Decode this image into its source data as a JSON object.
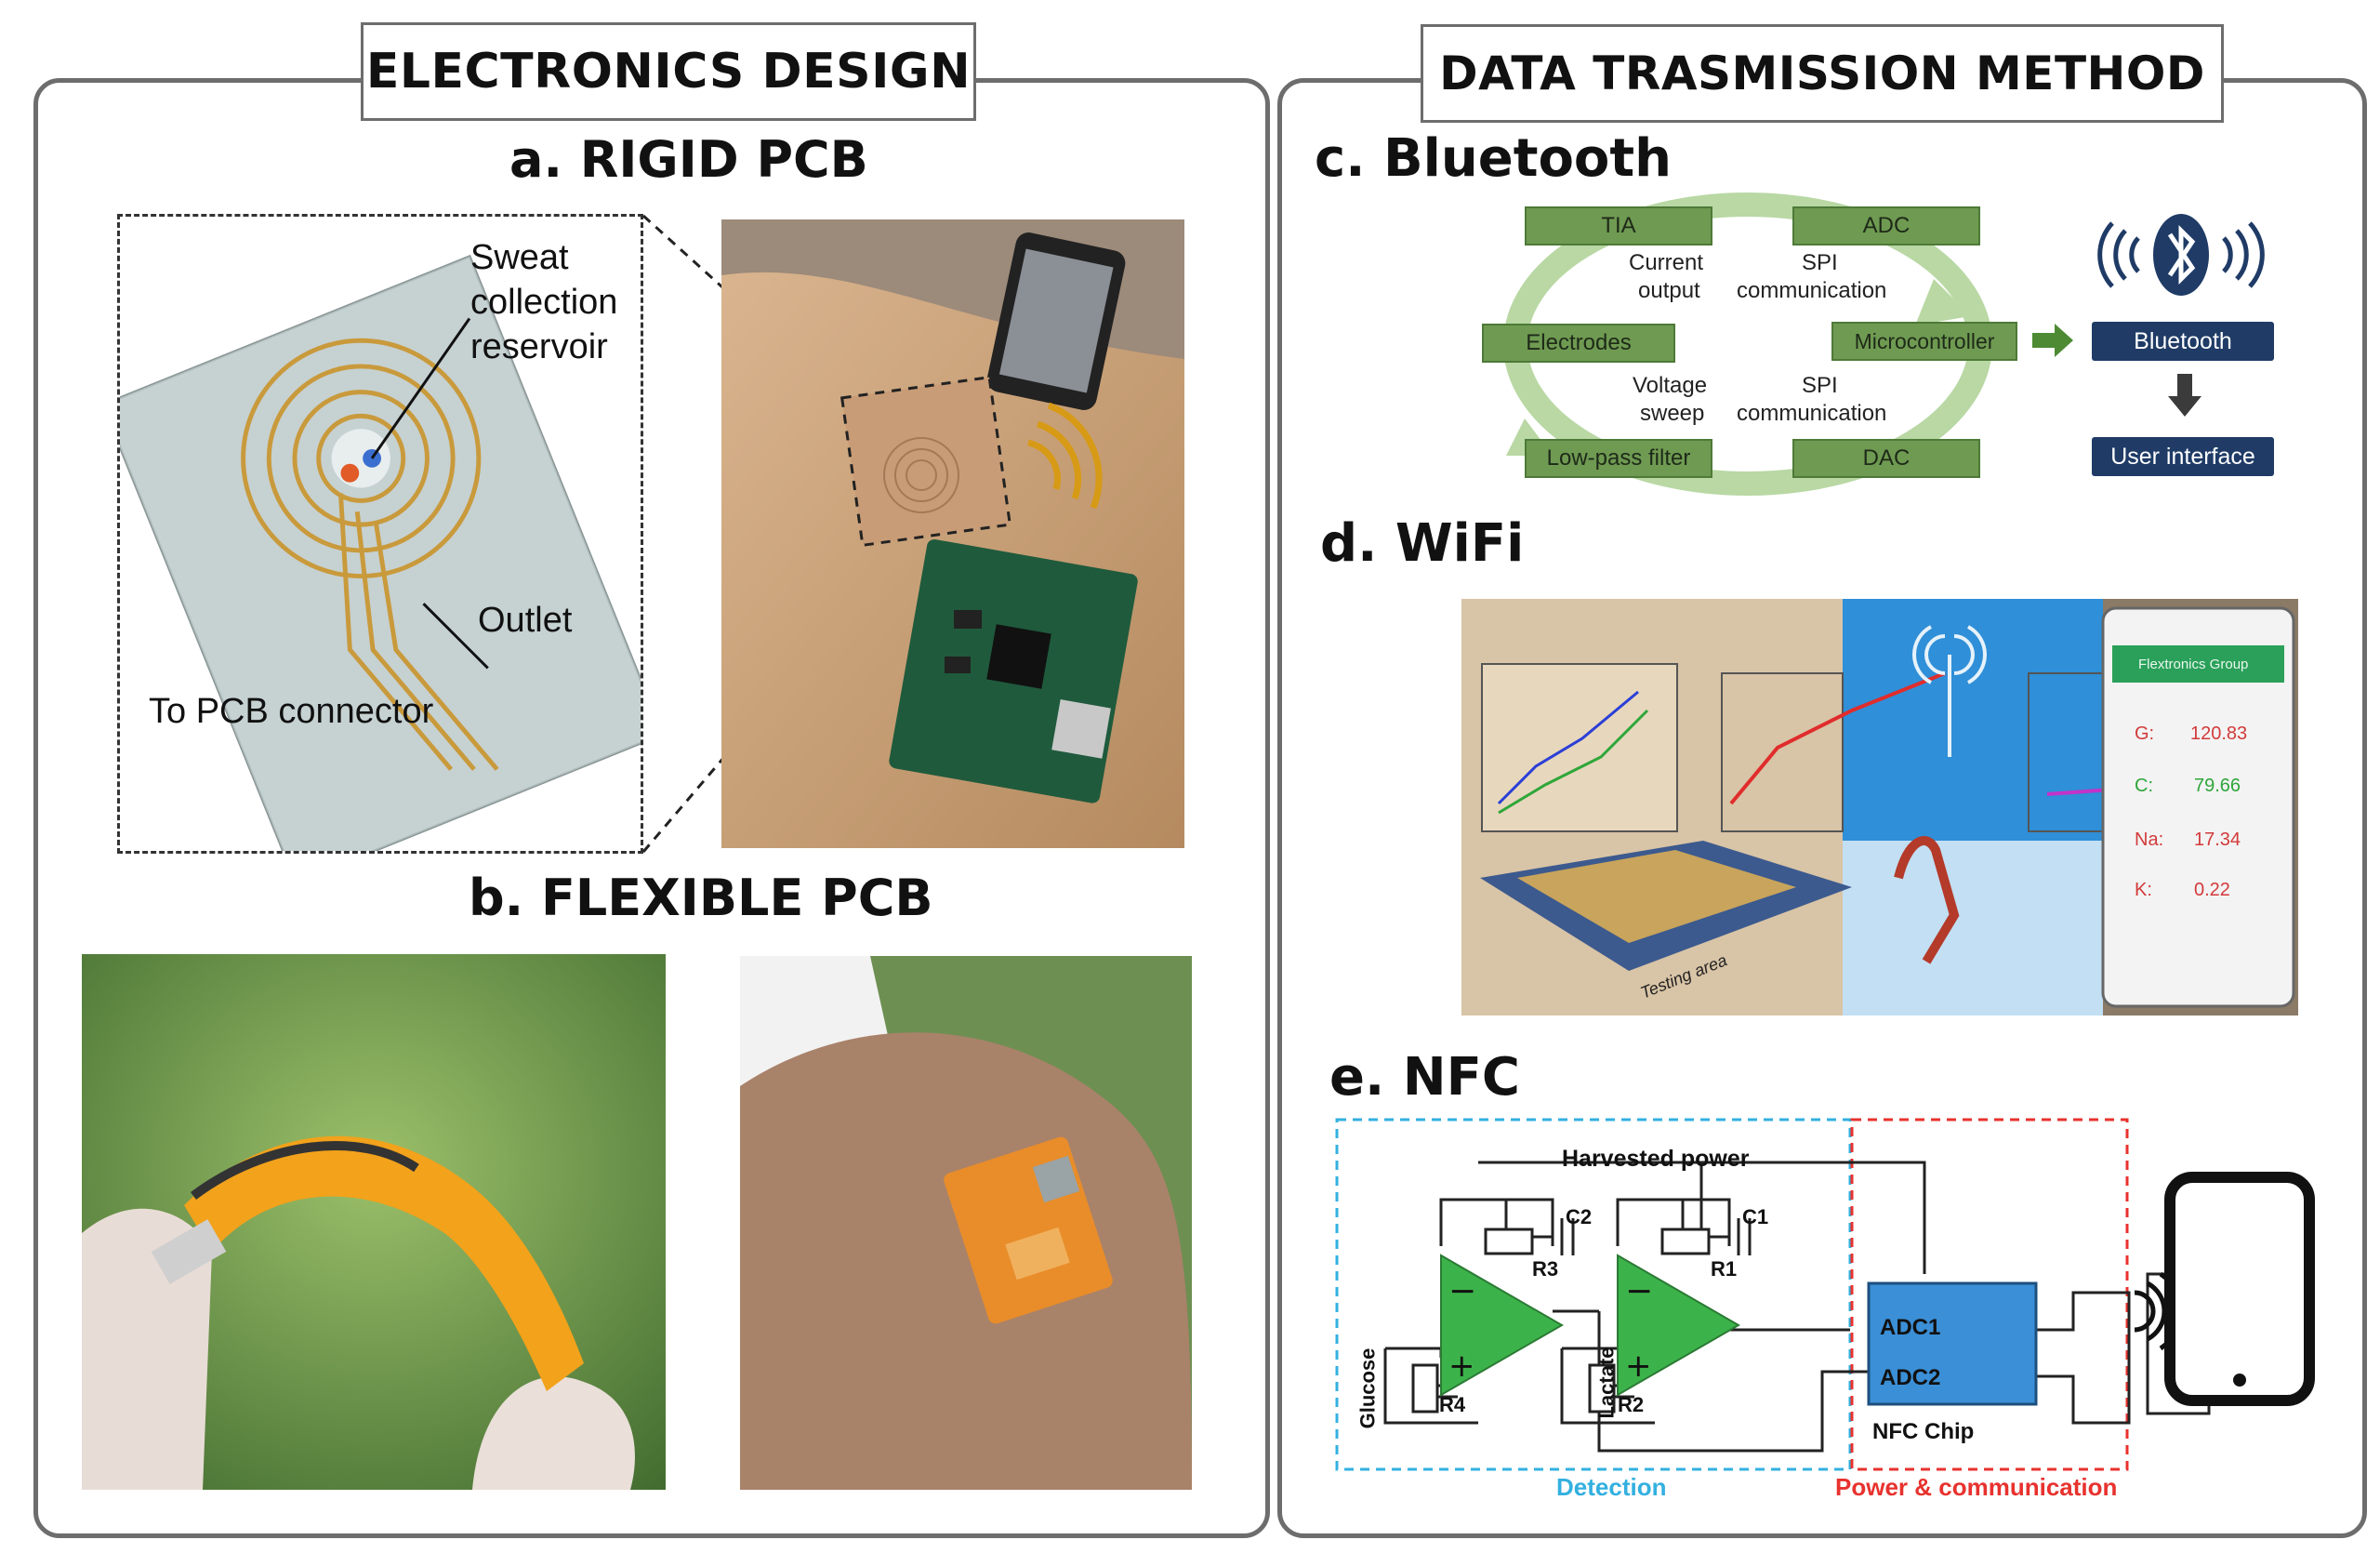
{
  "sections": {
    "left_title": "ELECTRONICS DESIGN",
    "right_title": "DATA TRASMISSION METHOD"
  },
  "panel_a": {
    "title": "a. RIGID PCB",
    "labels": {
      "sweat_line1": "Sweat",
      "sweat_line2": "collection",
      "sweat_line3": "reservoir",
      "outlet": "Outlet",
      "connector": "To PCB connector"
    }
  },
  "panel_b": {
    "title": "b. FLEXIBLE PCB"
  },
  "panel_c": {
    "title": "c. Bluetooth",
    "blocks": {
      "tia": "TIA",
      "adc": "ADC",
      "electrodes": "Electrodes",
      "microcontroller": "Microcontroller",
      "lowpass": "Low-pass  filter",
      "dac": "DAC",
      "bluetooth": "Bluetooth",
      "user_interface": "User interface"
    },
    "notes": {
      "current_1": "Current",
      "current_2": "output",
      "spi_top_1": "SPI",
      "spi_top_2": "communication",
      "voltage_1": "Voltage",
      "voltage_2": "sweep",
      "spi_bot_1": "SPI",
      "spi_bot_2": "communication"
    }
  },
  "panel_d": {
    "title": "d. WiFi",
    "phone": {
      "header": "Flextronics Group",
      "g_label": "G:",
      "g_value": "120.83",
      "c_label": "C:",
      "c_value": "79.66",
      "na_label": "Na:",
      "na_value": "17.34",
      "k_label": "K:",
      "k_value": "0.22"
    },
    "testing_area": "Testing area"
  },
  "panel_e": {
    "title": "e. NFC",
    "harvested": "Harvested power",
    "c2": "C2",
    "r3": "R3",
    "c1": "C1",
    "r1": "R1",
    "r4": "R4",
    "r2": "R2",
    "glucose": "Glucose",
    "lactate": "Lactate",
    "adc1": "ADC1",
    "adc2": "ADC2",
    "nfc_chip": "NFC Chip",
    "detection": "Detection",
    "power_comm": "Power & communication",
    "colors": {
      "detection": "#33b0e0",
      "power": "#e8322e",
      "opamp": "#3cb34a",
      "chip": "#3b8fd6"
    }
  }
}
